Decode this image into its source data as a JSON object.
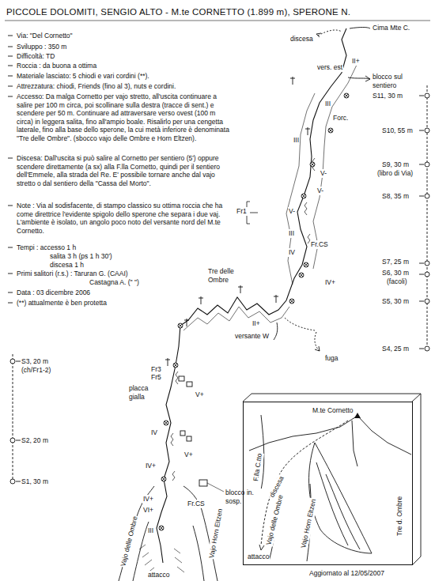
{
  "diagram": {
    "title": "PICCOLE DOLOMITI, SENGIO ALTO - M.te CORNETTO (1.899 m), SPERONE N.",
    "nodes": [
      {
        "text": [
          "M.te Cornetto",
          "F.lla C.tto",
          "discesa",
          "Vajo delle Ombre",
          "Vajo Horn Eltzen",
          "Tre d. Ombre",
          "attacco"
        ]
      }
    ],
    "labels": [
      "Via: \"Del Cornetto\"",
      "Sviluppo : 350 m",
      "Difficoltà: TD",
      "Roccia : da buona a ottima",
      "Materiale lasciato: 5 chiodi e vari cordini (**).",
      "Attrezzatura: chiodi, Friends (fino al 3), nuts e cordini.",
      "Accesso: Da malga Cornetto per vajo stretto, all'uscita continuare a salire per 100 m circa, poi scollinare sulla destra (tracce di sent.) e scendere per 50 m. Continuare ad attraversare verso ovest (100 m circa) in leggera salita, fino all'ampio boale. Risalirlo per una cengetta laterale, fino alla base dello sperone, la cui metà inferiore è denominata \"Tre delle Ombre\". (sbocco vajo delle Ombre e Horn Eltzen).",
      "Discesa: Dall'uscita si può salire al Cornetto per sentiero (5') oppure scendere direttamente (a sx) alla F.lla Cornetto, quindi per il sentiero dell'Emmele, alla strada del Re. E' possibile tornare anche dal vajo stretto o dal sentiero della \"Cassa del Morto\".",
      "Note : Via al sodisfacente, di stampo classico su ottima roccia che ha come direttrice l'evidente spigolo dello sperone che separa i due vaj. L'ambiente è isolato, un angolo poco noto del versante nord del M.te Cornetto.",
      "Tempi : accesso 1 h",
      "salita 3 h (ps 1 h 30')",
      "discesa 1 h",
      "Primi salitori (r.s.) : Taruran G. (CAAI)",
      "Castagna A. (\" \")",
      "Data : 03 dicembre 2006",
      "(**) attualmente è ben protetta",
      "Cima Mte C.",
      "discesa",
      "blocco sul sentiero",
      "S11, 30 m",
      "vers. est",
      "S10, 55 m",
      "S9, 30 m",
      "(libro di Via)",
      "S8, 35 m",
      "S7, 25 m",
      "S6, 30 m",
      "(facoli)",
      "S5, 30 m",
      "S4, 25 m",
      "S3, 20 m",
      "(ch/Fr1-2)",
      "S2, 20 m",
      "S1, 30 m",
      "II+",
      "III",
      "Forc.",
      "III",
      "V-",
      "V-",
      "Fr1",
      "V-",
      "III",
      "IV",
      "Fr.CS",
      "IV+",
      "Tre delle Ombre",
      "II+",
      "versante W",
      "fuga",
      "Fr3",
      "Fr5",
      "placca gialla",
      "V+",
      "IV",
      "IV+",
      "blocco in. sosp.",
      "V+",
      "IV+",
      "VI+",
      "Fr.CS",
      "III",
      "Vajo delle Ombre",
      "Vajo Horn Eltzen",
      "attacco",
      "Aggiornato al 12/05/2007"
    ]
  }
}
